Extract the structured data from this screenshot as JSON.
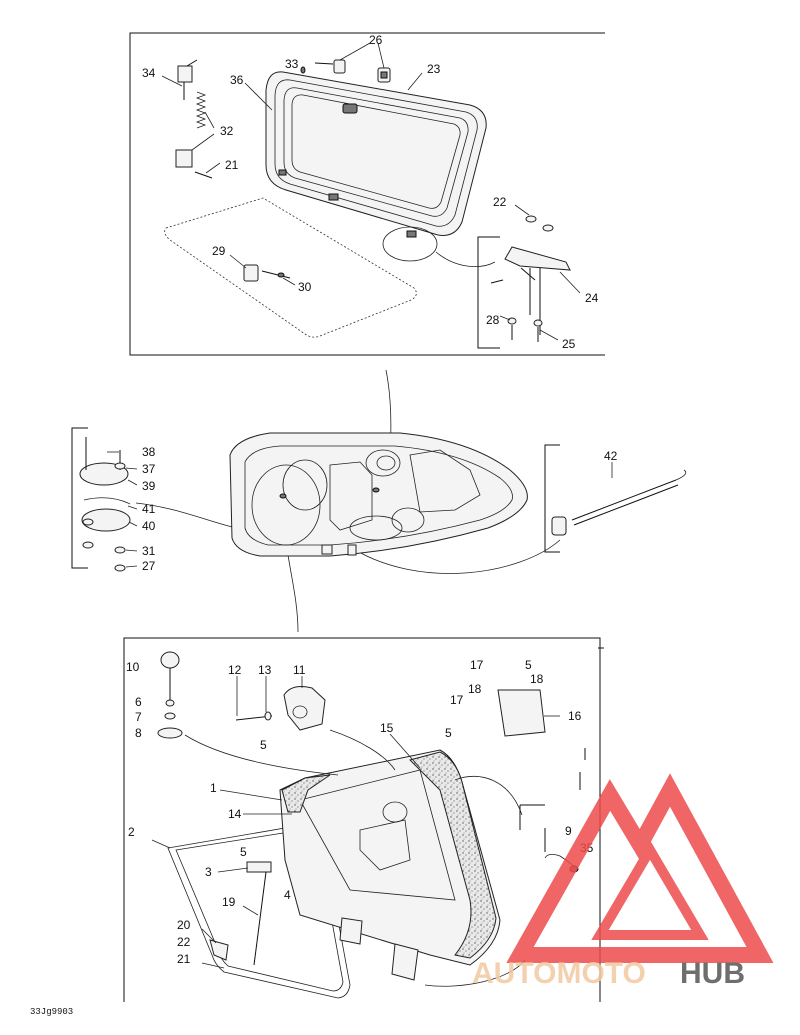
{
  "labels": {
    "n1": "1",
    "n2": "2",
    "n3": "3",
    "n4": "4",
    "n5": "5",
    "n6": "6",
    "n7": "7",
    "n8": "8",
    "n9": "9",
    "n10": "10",
    "n11": "11",
    "n12": "12",
    "n13": "13",
    "n14": "14",
    "n15": "15",
    "n16": "16",
    "n17": "17",
    "n18": "18",
    "n19": "19",
    "n20": "20",
    "n21": "21",
    "n22": "22",
    "n23": "23",
    "n24": "24",
    "n25": "25",
    "n26": "26",
    "n27": "27",
    "n28": "28",
    "n29": "29",
    "n30": "30",
    "n31": "31",
    "n32": "32",
    "n33": "33",
    "n34": "34",
    "n35": "35",
    "n36": "36",
    "n37": "37",
    "n38": "38",
    "n39": "39",
    "n40": "40",
    "n41": "41",
    "n42": "42"
  },
  "figure_code": "33Jg9903",
  "watermark": {
    "brand_light": "AUTOMOTO",
    "brand_dark": "HUB",
    "light_color": "#f2c9a0",
    "dark_color": "#555555",
    "logo_color": "#ee4b4b"
  }
}
